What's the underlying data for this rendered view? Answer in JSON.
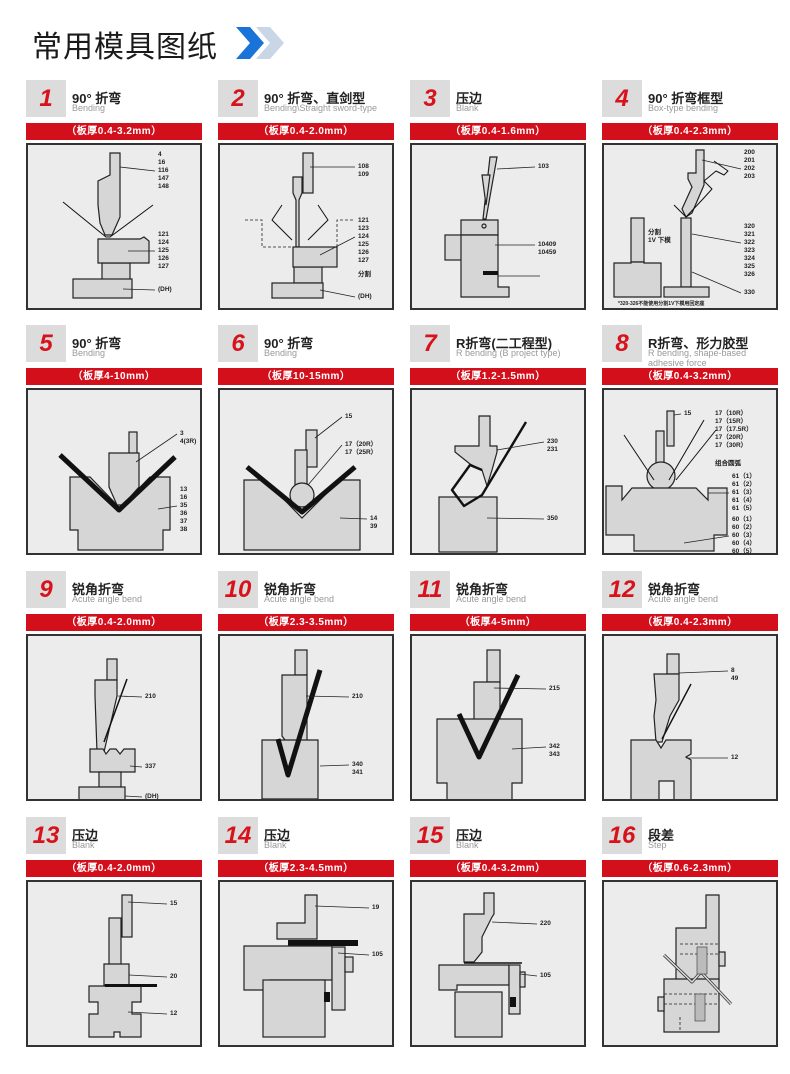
{
  "header": {
    "title": "常用模具图纸",
    "icon": "double-chevron-right-icon",
    "accent": "#1a73d9"
  },
  "colors": {
    "red": "#d40f1c",
    "number": "#d8121b"
  },
  "cards": [
    {
      "num": "1",
      "title": "90° 折弯",
      "subtitle": "Bending",
      "thickness": "（板厚0.4-3.2mm）",
      "labels": [
        [
          "4",
          "16",
          "116",
          "147",
          "148"
        ],
        [
          "121",
          "124",
          "125",
          "126",
          "127"
        ],
        [
          "(DH)"
        ]
      ]
    },
    {
      "num": "2",
      "title": "90° 折弯、直剑型",
      "subtitle": "Bending\\Straight sword-type",
      "thickness": "（板厚0.4-2.0mm）",
      "labels": [
        [
          "108",
          "109"
        ],
        [
          "121",
          "123",
          "124",
          "125",
          "126",
          "127"
        ],
        [
          "分割"
        ],
        [
          "(DH)"
        ]
      ]
    },
    {
      "num": "3",
      "title": "压边",
      "subtitle": "Blank",
      "thickness": "（板厚0.4-1.6mm）",
      "labels": [
        [
          "103"
        ],
        [
          "10409",
          "10459"
        ]
      ]
    },
    {
      "num": "4",
      "title": "90° 折弯框型",
      "subtitle": "Box-type bending",
      "thickness": "（板厚0.4-2.3mm）",
      "labels": [
        [
          "200",
          "201",
          "202",
          "203"
        ],
        [
          "320",
          "321",
          "322",
          "323",
          "324",
          "325",
          "326"
        ],
        [
          "330"
        ],
        [
          "分割",
          "1V 下模"
        ],
        [
          "*320-326不能使用分割1V下模用回定座"
        ]
      ]
    },
    {
      "num": "5",
      "title": "90° 折弯",
      "subtitle": "Bending",
      "thickness": "（板厚4-10mm）",
      "labels": [
        [
          "3",
          "4(3R)"
        ],
        [
          "13",
          "16",
          "35",
          "36",
          "37",
          "38"
        ]
      ]
    },
    {
      "num": "6",
      "title": "90° 折弯",
      "subtitle": "Bending",
      "thickness": "（板厚10-15mm）",
      "labels": [
        [
          "15"
        ],
        [
          "17（20R）",
          "17（25R）"
        ],
        [
          "14",
          "39"
        ]
      ]
    },
    {
      "num": "7",
      "title": "R折弯(二工程型)",
      "subtitle": "R bending (B project type)",
      "thickness": "（板厚1.2-1.5mm）",
      "labels": [
        [
          "230",
          "231"
        ],
        [
          "350"
        ]
      ]
    },
    {
      "num": "8",
      "title": "R折弯、形力胶型",
      "subtitle": "R bending, shape-based adhesive force",
      "thickness": "（板厚0.4-3.2mm）",
      "labels": [
        [
          "15"
        ],
        [
          "17（10R）",
          "17（15R）",
          "17（17.5R）",
          "17（20R）",
          "17（30R）"
        ],
        [
          "组合圆弧"
        ],
        [
          "61（1）",
          "61（2）",
          "61（3）",
          "61（4）",
          "61（5）"
        ],
        [
          "60（1）",
          "60（2）",
          "60（3）",
          "60（4）",
          "60（5）"
        ]
      ]
    },
    {
      "num": "9",
      "title": "锐角折弯",
      "subtitle": "Acute angle bend",
      "thickness": "（板厚0.4-2.0mm）",
      "labels": [
        [
          "210"
        ],
        [
          "337"
        ],
        [
          "(DH)"
        ]
      ]
    },
    {
      "num": "10",
      "title": "锐角折弯",
      "subtitle": "Acute angle bend",
      "thickness": "（板厚2.3-3.5mm）",
      "labels": [
        [
          "210"
        ],
        [
          "340",
          "341"
        ]
      ]
    },
    {
      "num": "11",
      "title": "锐角折弯",
      "subtitle": "Acute angle bend",
      "thickness": "（板厚4-5mm）",
      "labels": [
        [
          "215"
        ],
        [
          "342",
          "343"
        ]
      ]
    },
    {
      "num": "12",
      "title": "锐角折弯",
      "subtitle": "Acute angle bend",
      "thickness": "（板厚0.4-2.3mm）",
      "labels": [
        [
          "8",
          "49"
        ],
        [
          "12"
        ]
      ]
    },
    {
      "num": "13",
      "title": "压边",
      "subtitle": "Blank",
      "thickness": "（板厚0.4-2.0mm）",
      "labels": [
        [
          "15"
        ],
        [
          "20"
        ],
        [
          "12"
        ]
      ]
    },
    {
      "num": "14",
      "title": "压边",
      "subtitle": "Blank",
      "thickness": "（板厚2.3-4.5mm）",
      "labels": [
        [
          "19"
        ],
        [
          "105"
        ]
      ]
    },
    {
      "num": "15",
      "title": "压边",
      "subtitle": "Blank",
      "thickness": "（板厚0.4-3.2mm）",
      "labels": [
        [
          "220"
        ],
        [
          "105"
        ]
      ]
    },
    {
      "num": "16",
      "title": "段差",
      "subtitle": "Step",
      "thickness": "（板厚0.6-2.3mm）",
      "labels": []
    }
  ]
}
